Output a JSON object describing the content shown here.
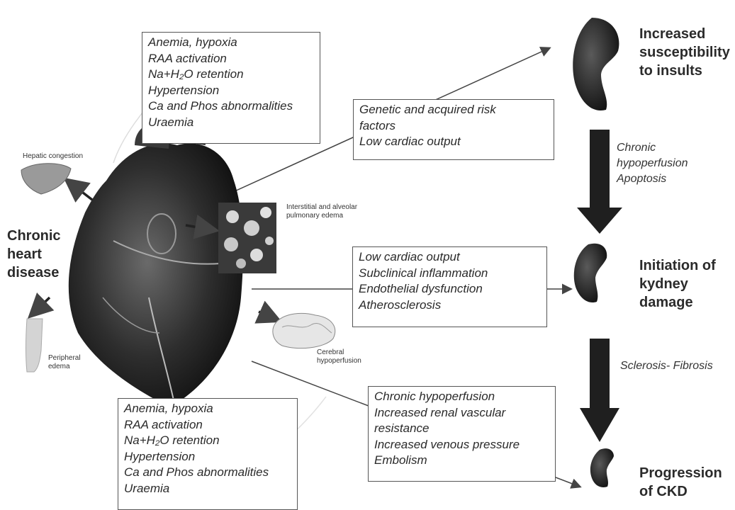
{
  "heart": {
    "label_lines": [
      "Chronic",
      "heart",
      "disease"
    ]
  },
  "organs": {
    "hepatic": "Hepatic congestion",
    "pulmonary_lines": [
      "Interstitial and alveolar",
      "pulmonary edema"
    ],
    "peripheral_lines": [
      "Peripheral",
      "edema"
    ],
    "cerebral_lines": [
      "Cerebral",
      "hypoperfusion"
    ]
  },
  "boxes": {
    "top_left": [
      "Anemia, hypoxia",
      "RAA activation",
      "Na+H₂O retention",
      "Hypertension",
      "Ca and Phos abnormalities",
      "Uraemia"
    ],
    "risk": [
      "Genetic and acquired risk",
      "factors",
      "Low cardiac output"
    ],
    "middle": [
      "Low cardiac output",
      "Subclinical inflammation",
      "Endothelial dysfunction",
      "Atherosclerosis"
    ],
    "lower": [
      "Chronic hypoperfusion",
      "Increased renal vascular",
      "resistance",
      "Increased venous pressure",
      "Embolism"
    ],
    "bottom_left": [
      "Anemia, hypoxia",
      "RAA activation",
      "Na+H₂O retention",
      "Hypertension",
      "Ca and Phos abnormalities",
      "Uraemia"
    ]
  },
  "stages": {
    "stage1_lines": [
      "Increased",
      "susceptibility",
      "to insults"
    ],
    "stage2_lines": [
      "Initiation of",
      "kydney",
      "damage"
    ],
    "stage3_lines": [
      "Progression",
      "of CKD"
    ]
  },
  "transitions": {
    "first_lines": [
      "Chronic",
      "hypoperfusion",
      "Apoptosis"
    ],
    "second": "Sclerosis- Fibrosis"
  }
}
